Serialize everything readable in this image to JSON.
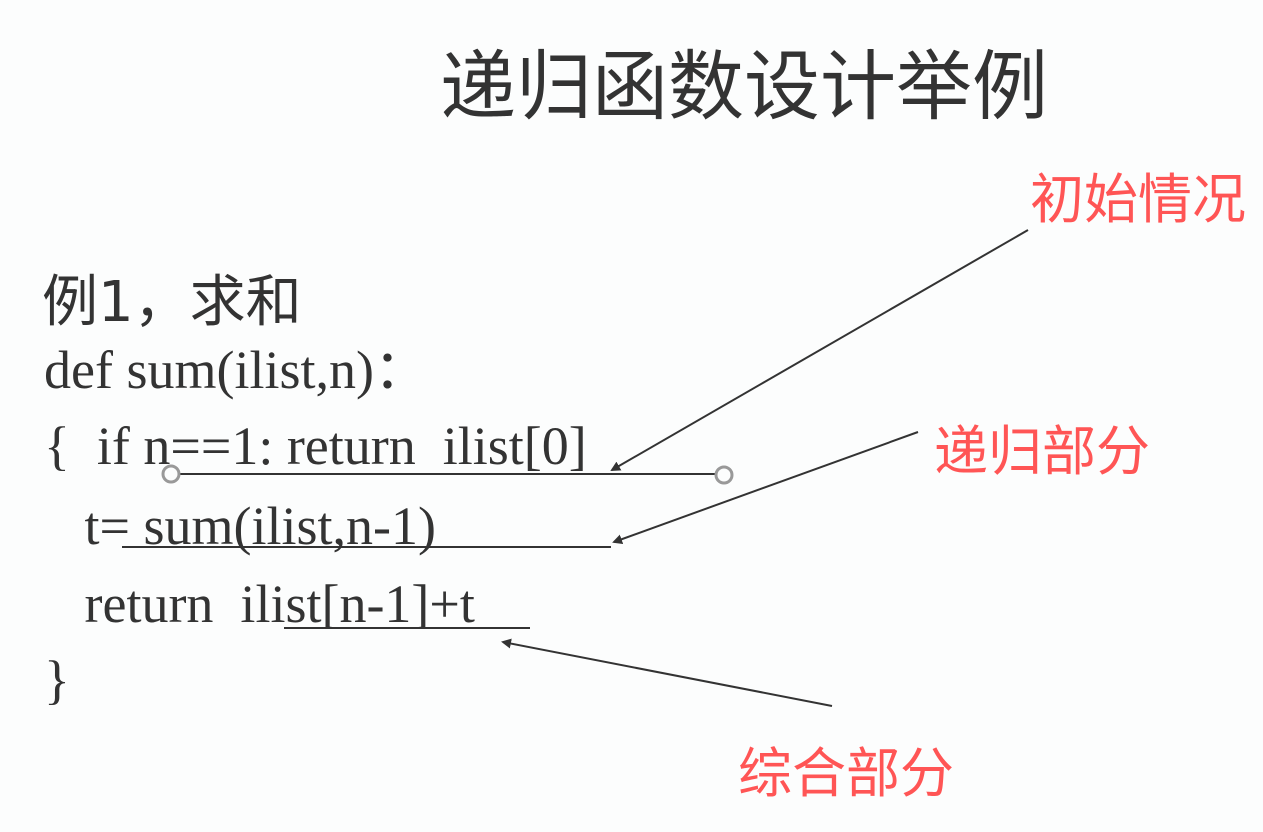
{
  "slide": {
    "title": "递归函数设计举例",
    "subtitle": "例1，求和",
    "code_lines": [
      "def sum(ilist,n)：",
      "{  if n==1: return  ilist[0]",
      "   t= sum(ilist,n-1)",
      "   return  ilist[n-1]+t",
      "}"
    ],
    "annotations": [
      {
        "label": "初始情况",
        "target": "if n==1: return ilist[0]"
      },
      {
        "label": "递归部分",
        "target": "t= sum(ilist,n-1)"
      },
      {
        "label": "综合部分",
        "target": "return ilist[n-1]+t"
      }
    ],
    "colors": {
      "text": "#333333",
      "annotation": "#ff5555",
      "background": "#fcfdfd",
      "handle": "#999999"
    }
  }
}
